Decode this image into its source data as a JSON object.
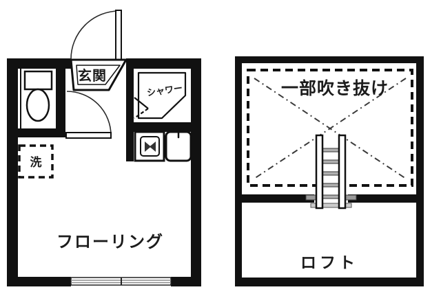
{
  "floorplan": {
    "left_plan": {
      "entrance_label": "玄関",
      "shower_label": "シャワー",
      "washer_label": "洗",
      "room_label": "フローリング"
    },
    "right_plan": {
      "void_label": "一部吹き抜け",
      "loft_label": "ロフト"
    },
    "colors": {
      "wall": "#111111",
      "line": "#2a2a2a",
      "gray": "#8a8a8a",
      "background": "#ffffff"
    }
  }
}
